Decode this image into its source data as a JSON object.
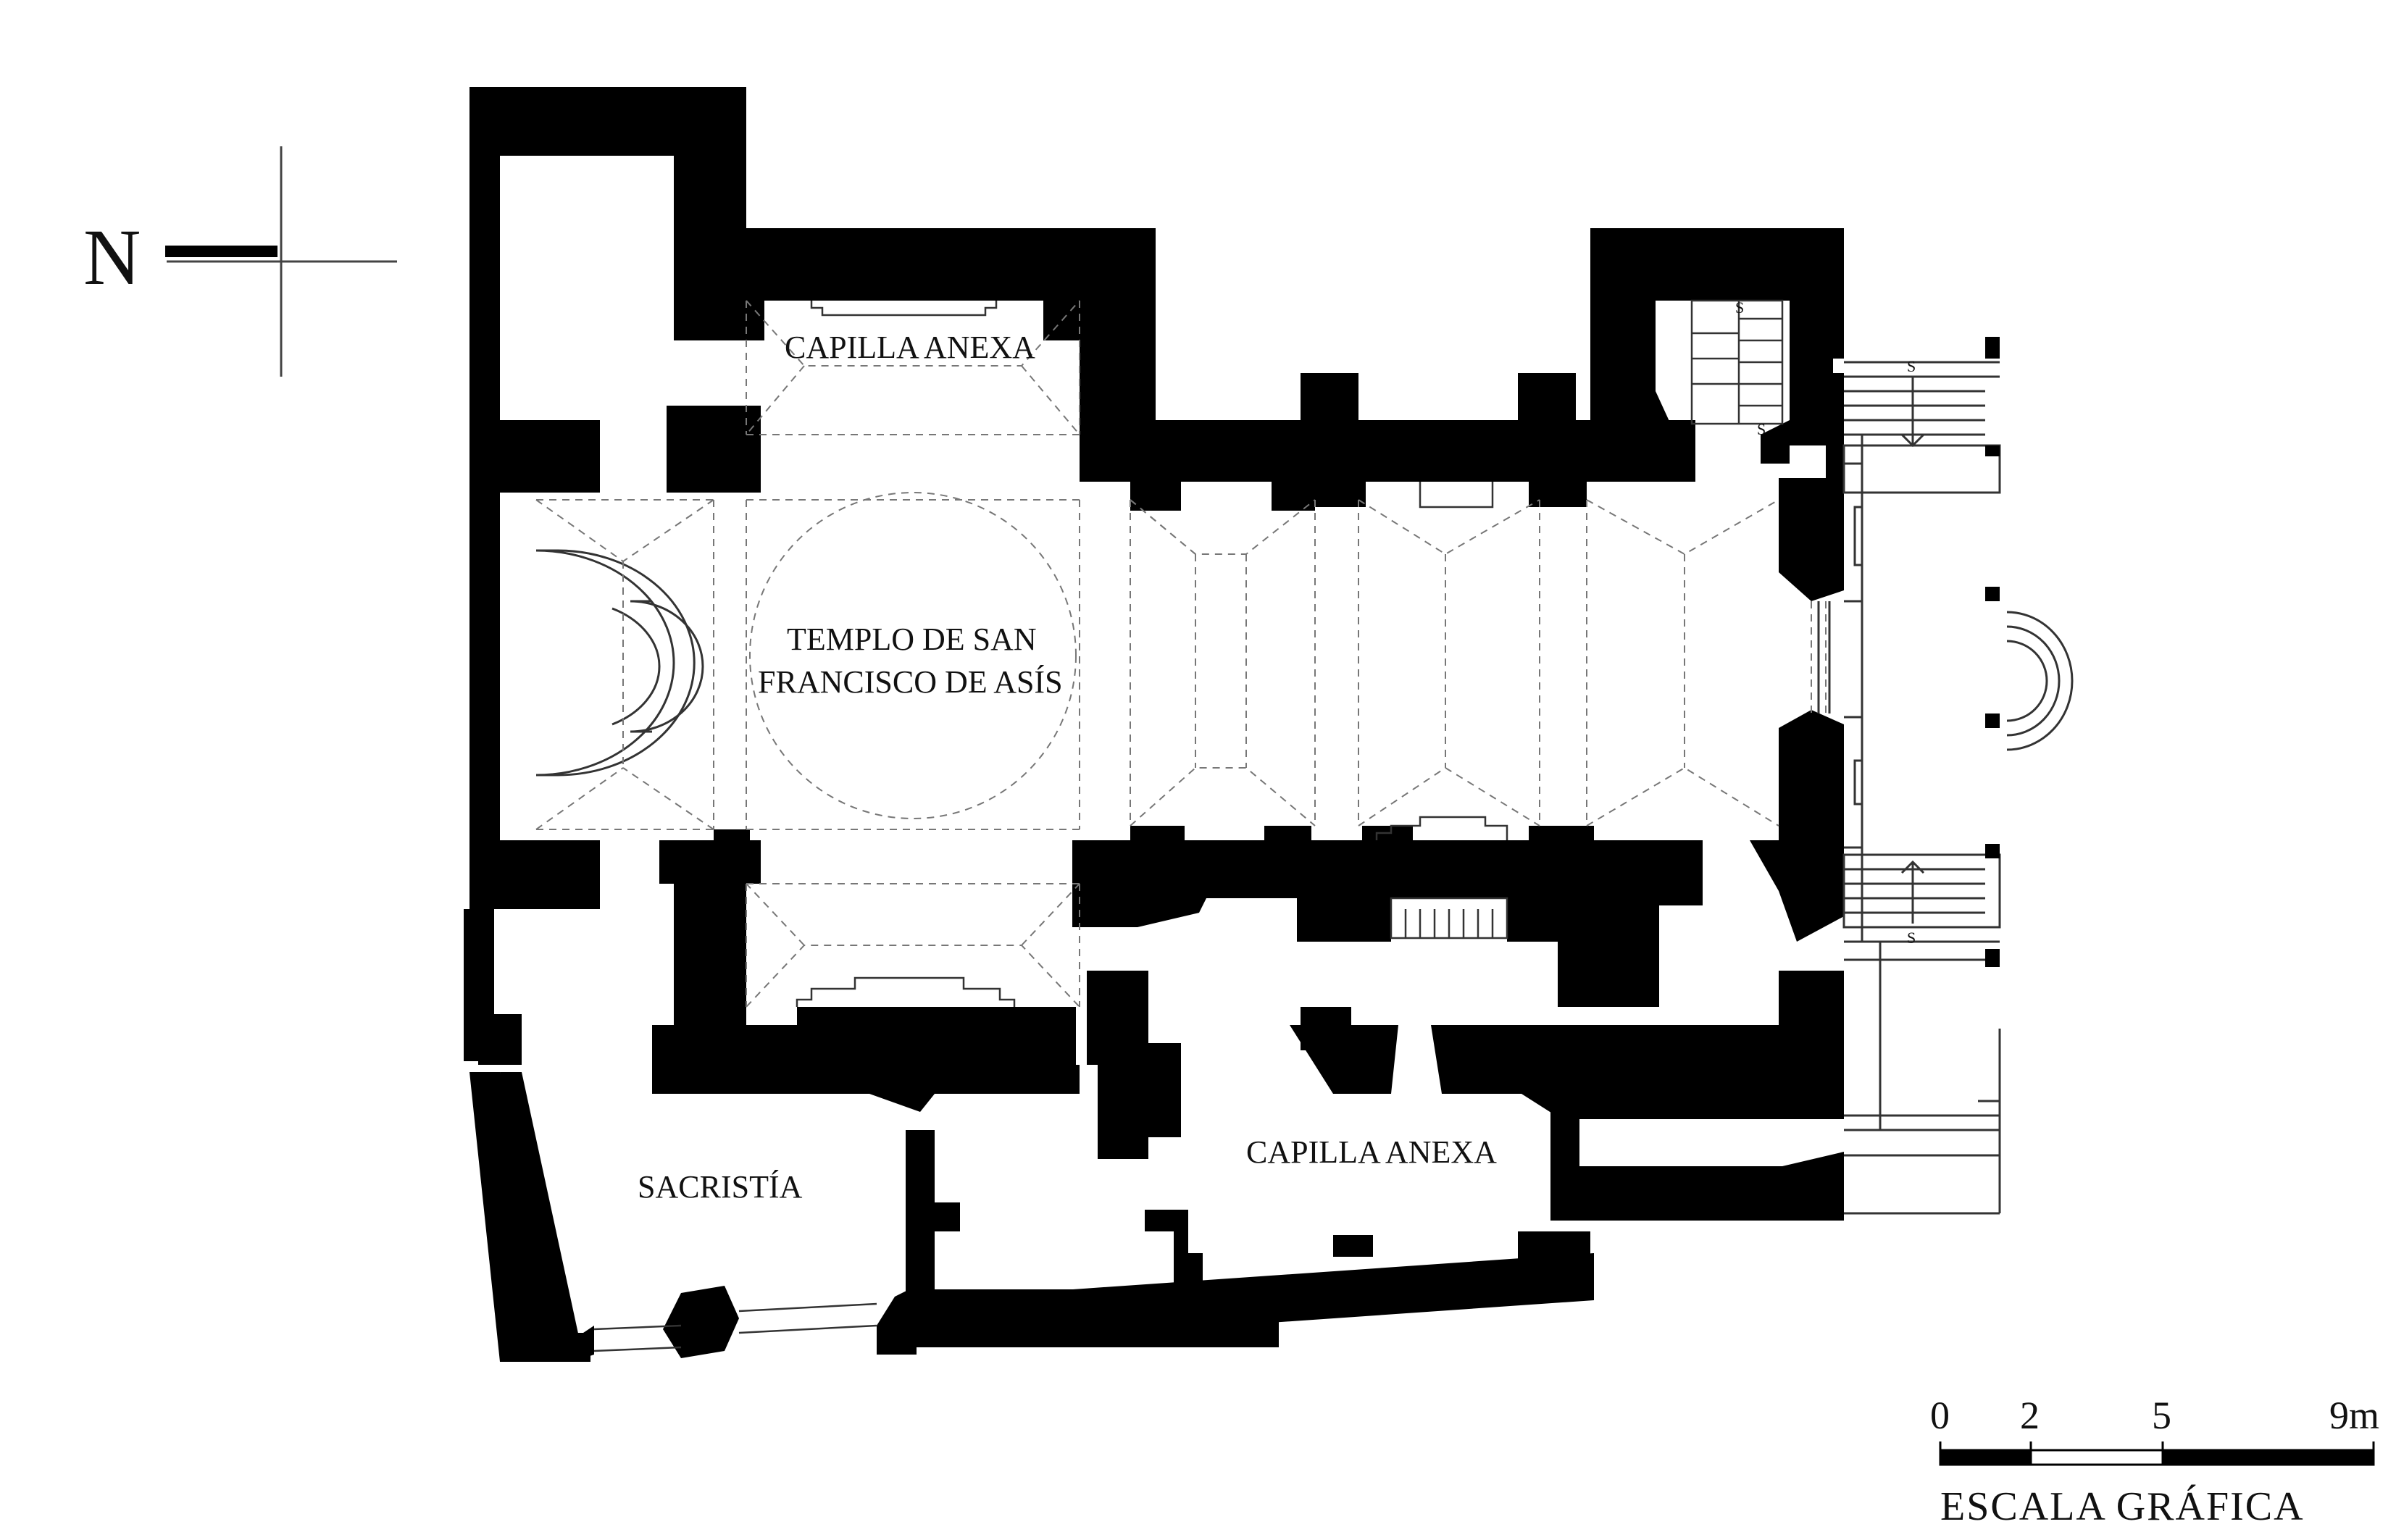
{
  "north_label": "N",
  "rooms": {
    "capilla_top": "CAPILLA ANEXA",
    "temple_line1": "TEMPLO DE SAN",
    "temple_line2": "FRANCISCO DE ASÍS",
    "sacristia": "SACRISTÍA",
    "capilla_bottom": "CAPILLA ANEXA"
  },
  "stair_marks": [
    "S",
    "S",
    "S",
    "S"
  ],
  "scale": {
    "ticks": [
      "0",
      "2",
      "5",
      "9m"
    ],
    "title": "ESCALA GRÁFICA"
  },
  "colors": {
    "wall": "#000000",
    "line": "#555555",
    "background": "#ffffff"
  }
}
